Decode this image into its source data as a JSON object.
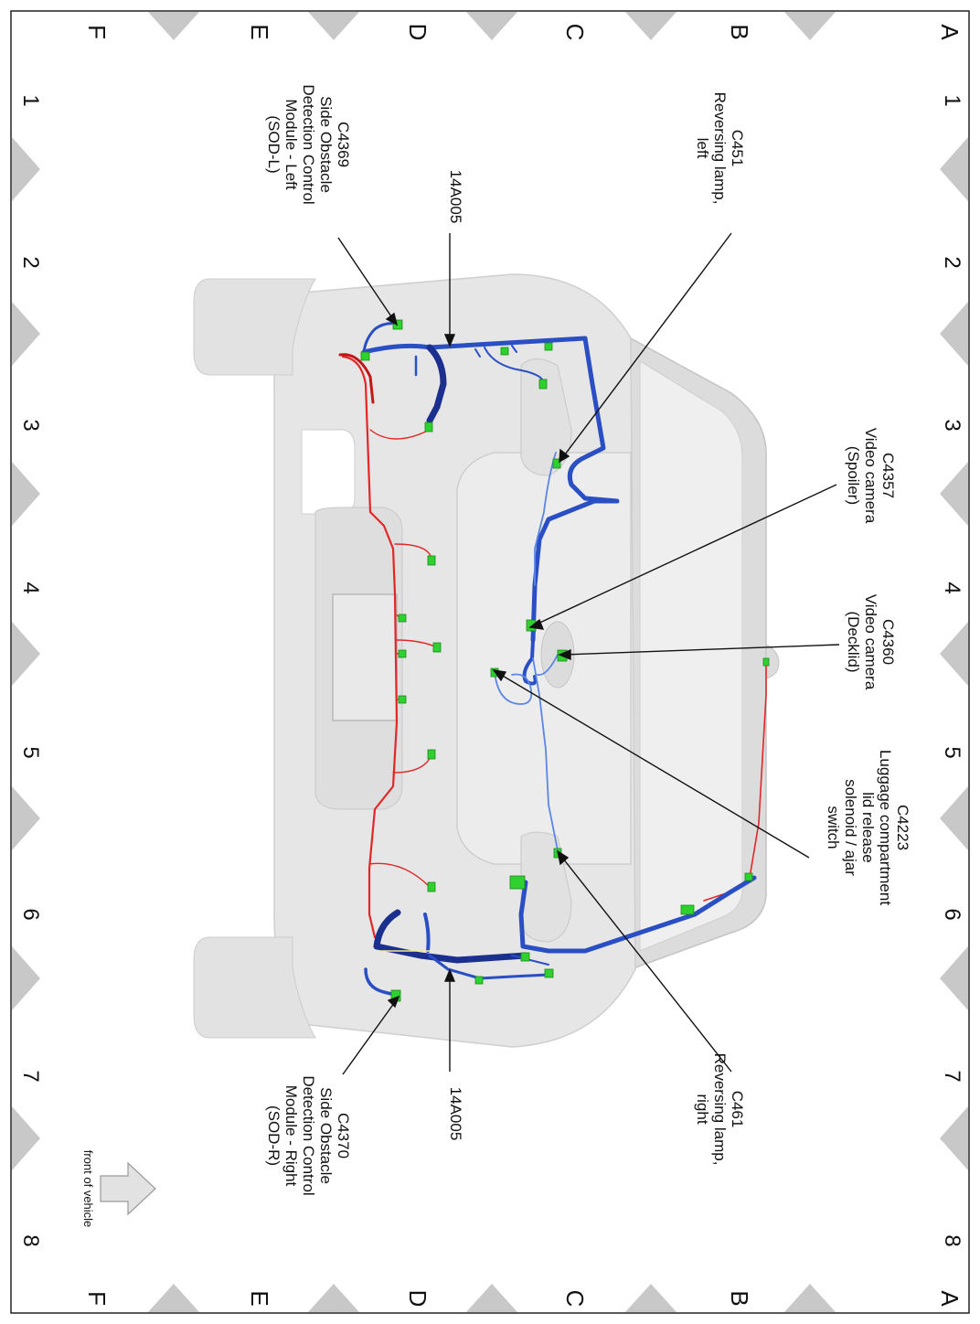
{
  "grid": {
    "letters": [
      "A",
      "B",
      "C",
      "D",
      "E",
      "F"
    ],
    "numbers": [
      "1",
      "2",
      "3",
      "4",
      "5",
      "6",
      "7",
      "8"
    ]
  },
  "callouts": {
    "c451": {
      "id": "C451",
      "lines": [
        "Reversing lamp,",
        "left"
      ]
    },
    "c4357": {
      "id": "C4357",
      "lines": [
        "Video camera",
        "(Spoiler)"
      ]
    },
    "c4360": {
      "id": "C4360",
      "lines": [
        "Video camera",
        "(Decklid)"
      ]
    },
    "c4223": {
      "id": "C4223",
      "lines": [
        "Luggage compartment",
        "lid release",
        "solenoid / ajar",
        "switch"
      ]
    },
    "c461": {
      "id": "C461",
      "lines": [
        "Reversing lamp,",
        "right"
      ]
    },
    "c4369": {
      "id": "C4369",
      "lines": [
        "Side Obstacle",
        "Detection Control",
        "Module - Left",
        "(SOD-L)"
      ]
    },
    "c4370": {
      "id": "C4370",
      "lines": [
        "Side Obstacle",
        "Detection Control",
        "Module - Right",
        "(SOD-R)"
      ]
    },
    "harness_top": {
      "id": "14A005"
    },
    "harness_bottom": {
      "id": "14A005"
    }
  },
  "legend": {
    "front_of_vehicle": "front of vehicle"
  },
  "colors": {
    "harness_blue": "#2a4fc4",
    "harness_dark_blue": "#1b2f8f",
    "harness_light_blue": "#5b86e6",
    "harness_red": "#e32626",
    "connector_green": "#2fd12f",
    "body_grey": "#e2e2e2",
    "grid_triangle": "#c8c8c8"
  }
}
